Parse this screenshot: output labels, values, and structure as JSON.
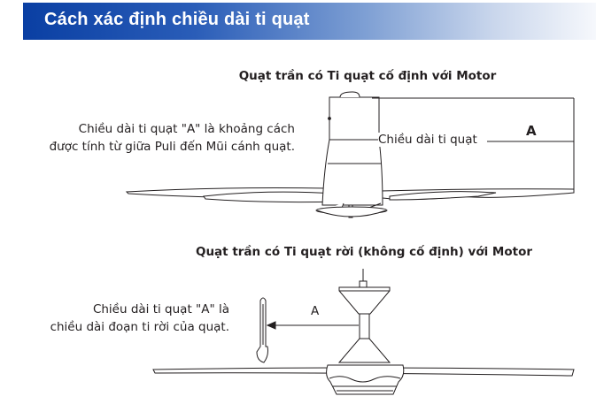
{
  "header": {
    "title": "Cách xác định chiều dài ti quạt"
  },
  "section1": {
    "title": "Quạt trần có Ti quạt cố định với Motor",
    "description_line1": "Chiều dài ti quạt \"A\" là khoảng cách",
    "description_line2": "được tính từ giữa Puli đến Mũi cánh quạt.",
    "dimension_label": "Chiều dài ti quạt",
    "dimension_letter": "A"
  },
  "section2": {
    "title": "Quạt trần có Ti quạt rời (không cố định) với Motor",
    "description_line1": "Chiều dài ti quạt \"A\" là",
    "description_line2": "chiều dài đoạn ti rời của quạt.",
    "dimension_letter": "A"
  }
}
